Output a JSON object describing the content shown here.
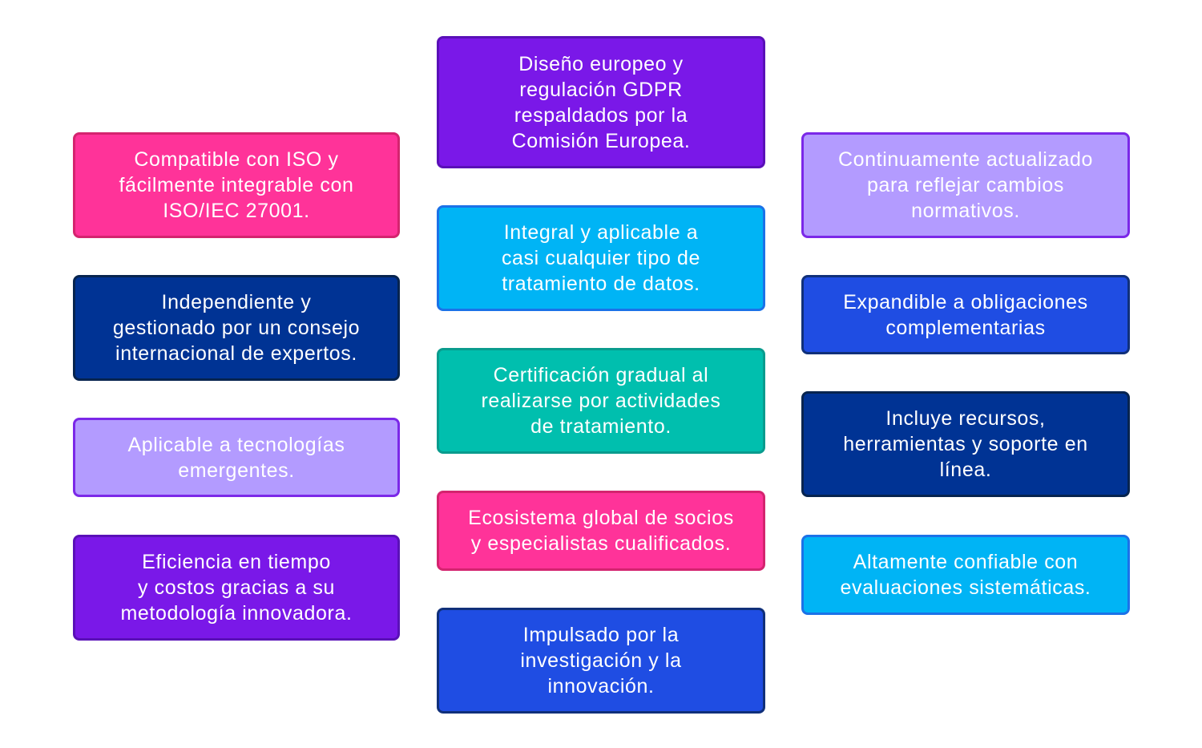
{
  "left": [
    {
      "text": "Compatible con ISO y\nfácilmente integrable con\nISO/IEC 27001.",
      "color": "#ff3399"
    },
    {
      "text": "Independiente y\ngestionado por un consejo\ninternacional de expertos.",
      "color": "#003394"
    },
    {
      "text": "Aplicable a tecnologías\nemergentes.",
      "color": "#b39bff"
    },
    {
      "text": "Eficiencia en tiempo\ny costos gracias a su\nmetodología innovadora.",
      "color": "#7a18e8"
    }
  ],
  "center": [
    {
      "text": "Diseño europeo y\nregulación GDPR\nrespaldados por la\nComisión Europea.",
      "color": "#7a18e8"
    },
    {
      "text": "Integral y aplicable a\ncasi cualquier tipo de\ntratamiento de datos.",
      "color": "#00b4f5"
    },
    {
      "text": "Certificación gradual al\nrealizarse por actividades\nde tratamiento.",
      "color": "#00bfae"
    },
    {
      "text": "Ecosistema global de socios\ny especialistas cualificados.",
      "color": "#ff3399"
    },
    {
      "text": "Impulsado por la\ninvestigación y la\ninnovación.",
      "color": "#1f4de3"
    }
  ],
  "right": [
    {
      "text": "Continuamente actualizado\npara reflejar cambios\nnormativos.",
      "color": "#b39bff"
    },
    {
      "text": "Expandible a obligaciones\ncomplementarias",
      "color": "#1f4de3"
    },
    {
      "text": "Incluye recursos,\nherramientas y soporte en\nlínea.",
      "color": "#003394"
    },
    {
      "text": "Altamente confiable con\nevaluaciones sistemáticas.",
      "color": "#00b4f5"
    }
  ]
}
